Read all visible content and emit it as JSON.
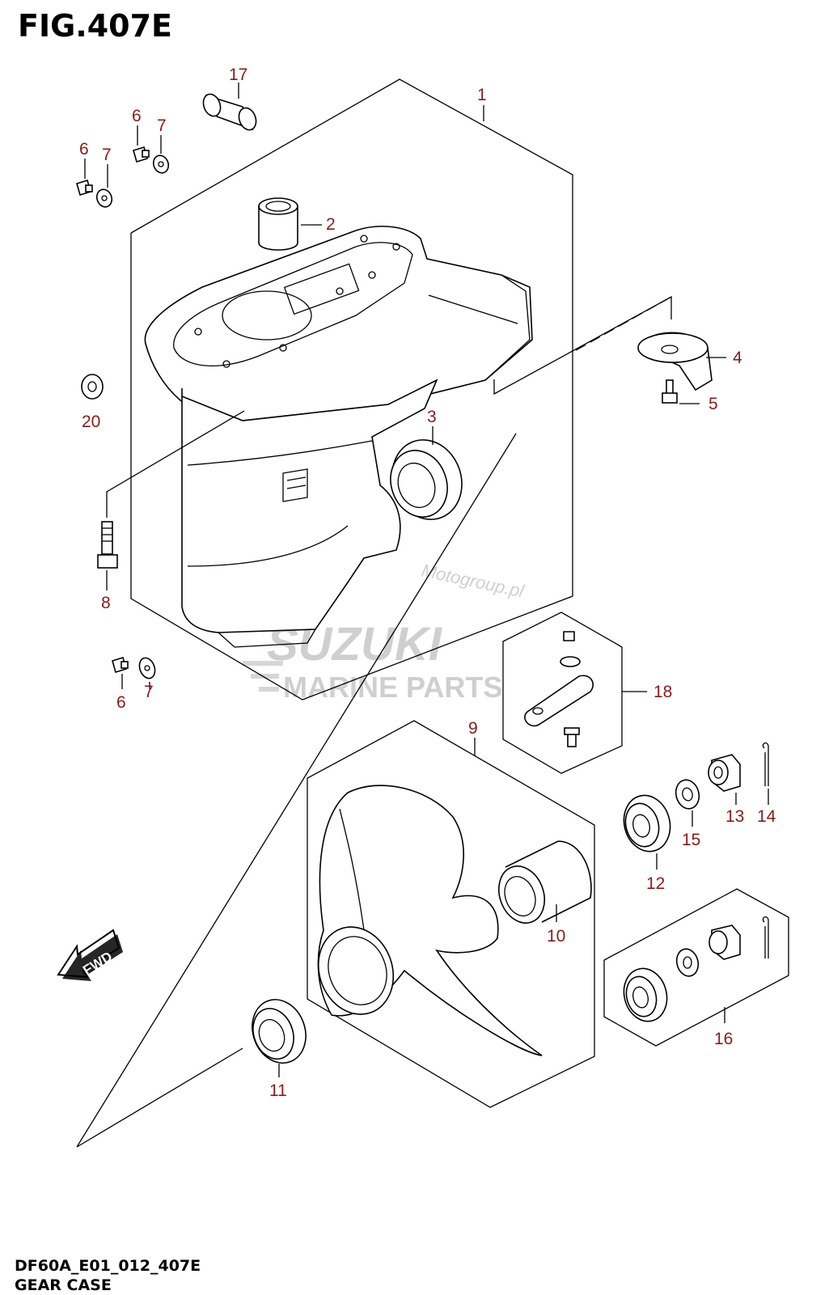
{
  "figure": {
    "title": "FIG.407E",
    "code": "DF60A_E01_012_407E",
    "name": "GEAR CASE"
  },
  "fwd_label": "FWD",
  "watermark": {
    "site": "Motogroup.pl",
    "brand": "SUZUKI",
    "subtitle": "MARINE PARTS"
  },
  "part_labels": {
    "p1": "1",
    "p2": "2",
    "p3": "3",
    "p4": "4",
    "p5": "5",
    "p6a": "6",
    "p6b": "6",
    "p6c": "6",
    "p7a": "7",
    "p7b": "7",
    "p7c": "7",
    "p8": "8",
    "p9": "9",
    "p10": "10",
    "p11": "11",
    "p12": "12",
    "p13": "13",
    "p14": "14",
    "p15": "15",
    "p16": "16",
    "p17": "17",
    "p18": "18",
    "p20": "20"
  },
  "colors": {
    "label": "#8b1a1a",
    "line": "#000000",
    "watermark": "#cfcfcf"
  }
}
